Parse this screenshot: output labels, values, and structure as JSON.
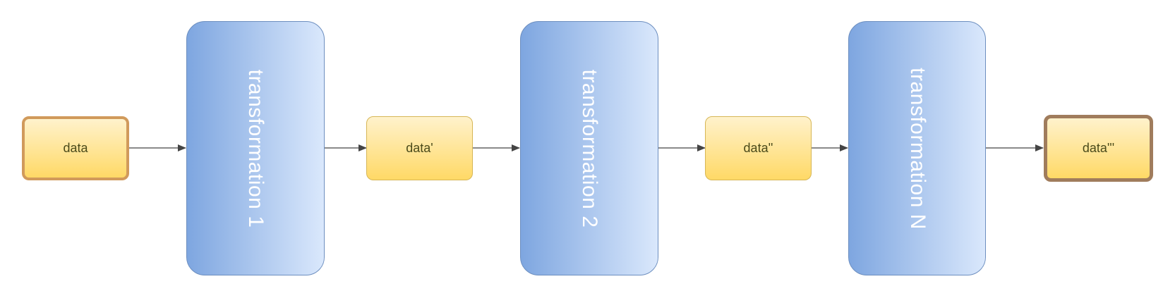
{
  "diagram": {
    "nodes": {
      "data_in": "data",
      "transform_1": "transformation 1",
      "data_1": "data'",
      "transform_2": "transformation 2",
      "data_2": "data''",
      "transform_n": "transformation N",
      "data_out": "data'''"
    },
    "colors": {
      "data_fill_top": "#fff2cc",
      "data_fill_bottom": "#ffd966",
      "data_border": "#d6b656",
      "input_border": "#d19a5b",
      "output_border": "#a07c5c",
      "transform_fill_left": "#7ea6e0",
      "transform_fill_right": "#dae8fc",
      "transform_border": "#6c8ebf",
      "arrow": "#444444"
    }
  }
}
